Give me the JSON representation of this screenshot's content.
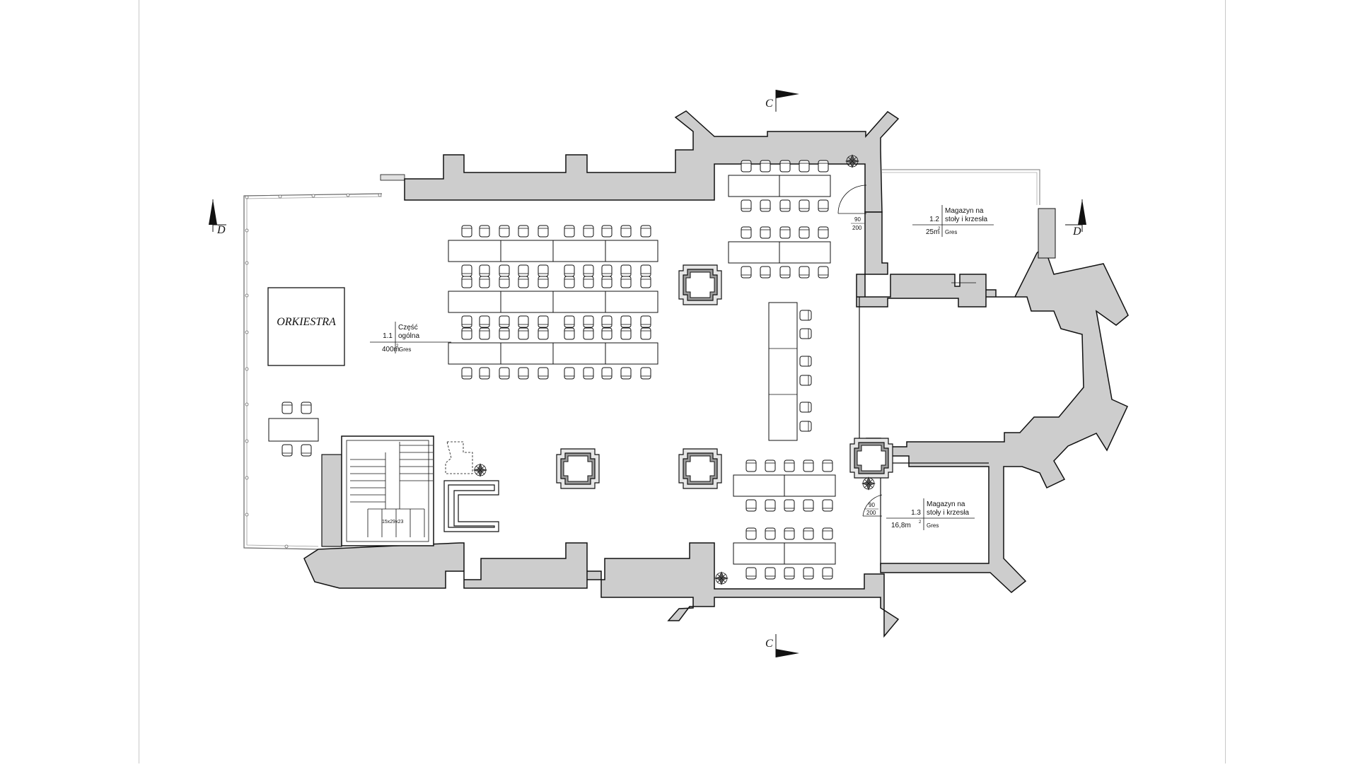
{
  "plan": {
    "orchestra_label": "ORKIESTRA",
    "section_c_label": "C",
    "section_d_label": "D",
    "stair_label": "15x29x23",
    "door_width": "90",
    "door_height": "200",
    "rooms": [
      {
        "number": "1.1",
        "name_line1": "Część",
        "name_line2": "ogólna",
        "area": "400m",
        "area_sup": "2",
        "finish": "Gres"
      },
      {
        "number": "1.2",
        "name_line1": "Magazyn na",
        "name_line2": "stoły i krzesła",
        "area": "25m",
        "area_sup": "2",
        "finish": "Gres"
      },
      {
        "number": "1.3",
        "name_line1": "Magazyn na",
        "name_line2": "stoły i krzesła",
        "area": "16,8m",
        "area_sup": "2",
        "finish": "Gres"
      }
    ]
  },
  "colors": {
    "wall_fill": "#cdcdcd",
    "line": "#111111",
    "frame": "#c8c8c8"
  }
}
